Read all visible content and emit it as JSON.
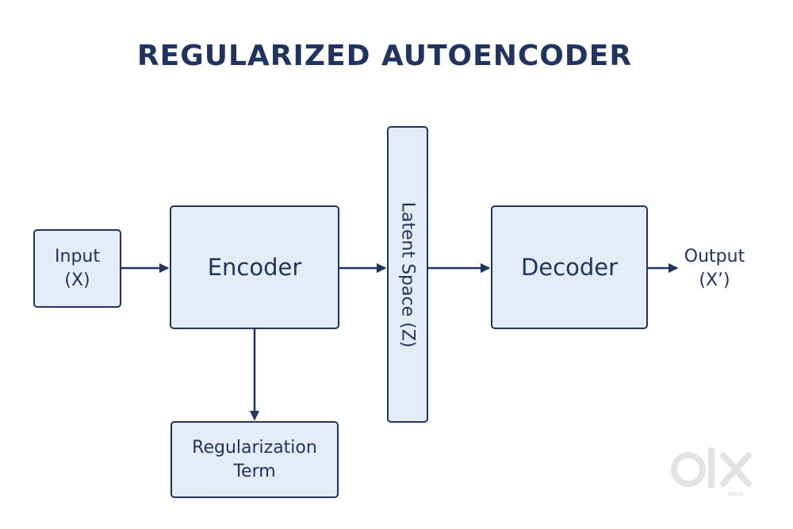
{
  "diagram": {
    "title": "REGULARIZED AUTOENCODER",
    "nodes": {
      "input": "Input\n(X)",
      "encoder": "Encoder",
      "latent": "Latent Space (Z)",
      "decoder": "Decoder",
      "regularization": "Regularization\nTerm",
      "output": "Output\n(X’)"
    },
    "edges": [
      {
        "from": "input",
        "to": "encoder"
      },
      {
        "from": "encoder",
        "to": "latent"
      },
      {
        "from": "latent",
        "to": "decoder"
      },
      {
        "from": "decoder",
        "to": "output"
      },
      {
        "from": "encoder",
        "to": "regularization"
      }
    ],
    "colors": {
      "stroke": "#1f3460",
      "fill": "#e4ecf8",
      "watermark": "#e3e3e3"
    }
  },
  "watermark": {
    "brand": "olx",
    "sub": "INDIA"
  }
}
